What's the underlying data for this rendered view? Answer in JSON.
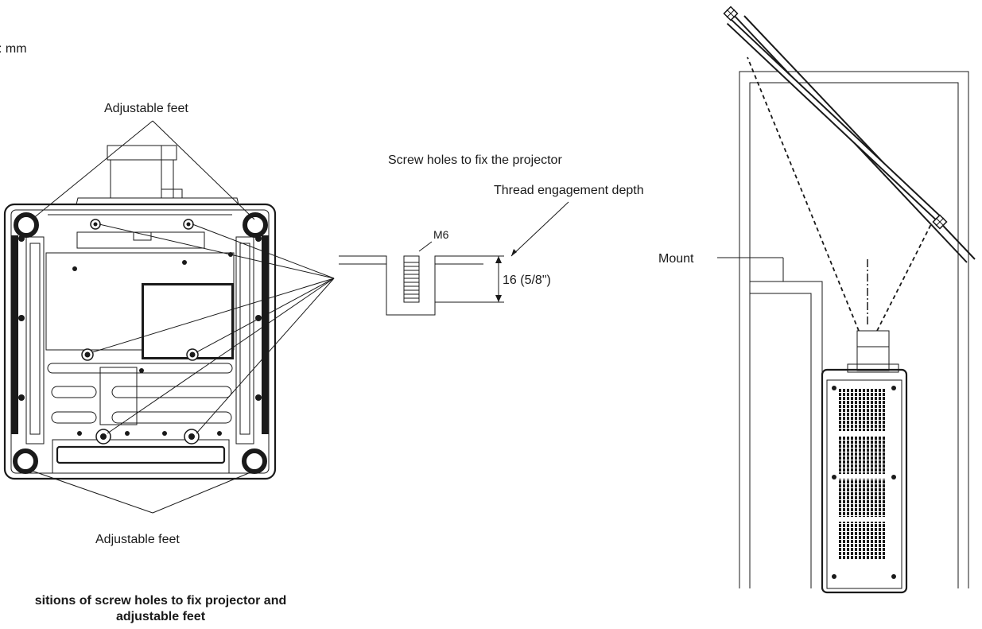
{
  "unit_label": ": mm",
  "left_view": {
    "top_callout": "Adjustable feet",
    "bottom_callout": "Adjustable feet",
    "caption_line1": "sitions of screw holes to fix projector and",
    "caption_line2": "adjustable feet"
  },
  "detail_view": {
    "title": "Screw holes to fix the projector",
    "depth_callout": "Thread engagement depth",
    "thread_label": "M6",
    "dimension_label": "16 (5/8\")"
  },
  "right_view": {
    "mount_label": "Mount"
  }
}
